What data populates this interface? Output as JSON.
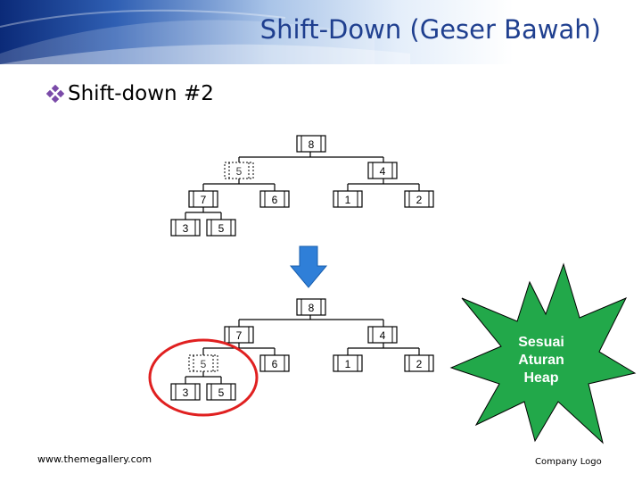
{
  "slide": {
    "title": "Shift-Down (Geser Bawah)",
    "bullet": "Shift-down #2",
    "footer_left": "www.themegallery.com",
    "footer_right": "Company Logo",
    "star_label": [
      "Sesuai",
      "Aturan",
      "Heap"
    ]
  },
  "tree_top": {
    "nodes": [
      "8",
      "5",
      "4",
      "7",
      "6",
      "1",
      "2",
      "3",
      "5"
    ],
    "dashed_node": "5"
  },
  "tree_bottom": {
    "nodes": [
      "8",
      "7",
      "4",
      "5",
      "6",
      "1",
      "2",
      "3",
      "5"
    ],
    "dashed_node": "5"
  },
  "colors": {
    "title": "#1f3f8f",
    "arrow": "#2f7fd8",
    "star": "#22a84a",
    "circle": "#e02020",
    "bullet_icon": "#7a4aa8"
  },
  "icons": {
    "bullet": "diamond-bullet-icon",
    "arrow": "down-arrow-icon"
  }
}
